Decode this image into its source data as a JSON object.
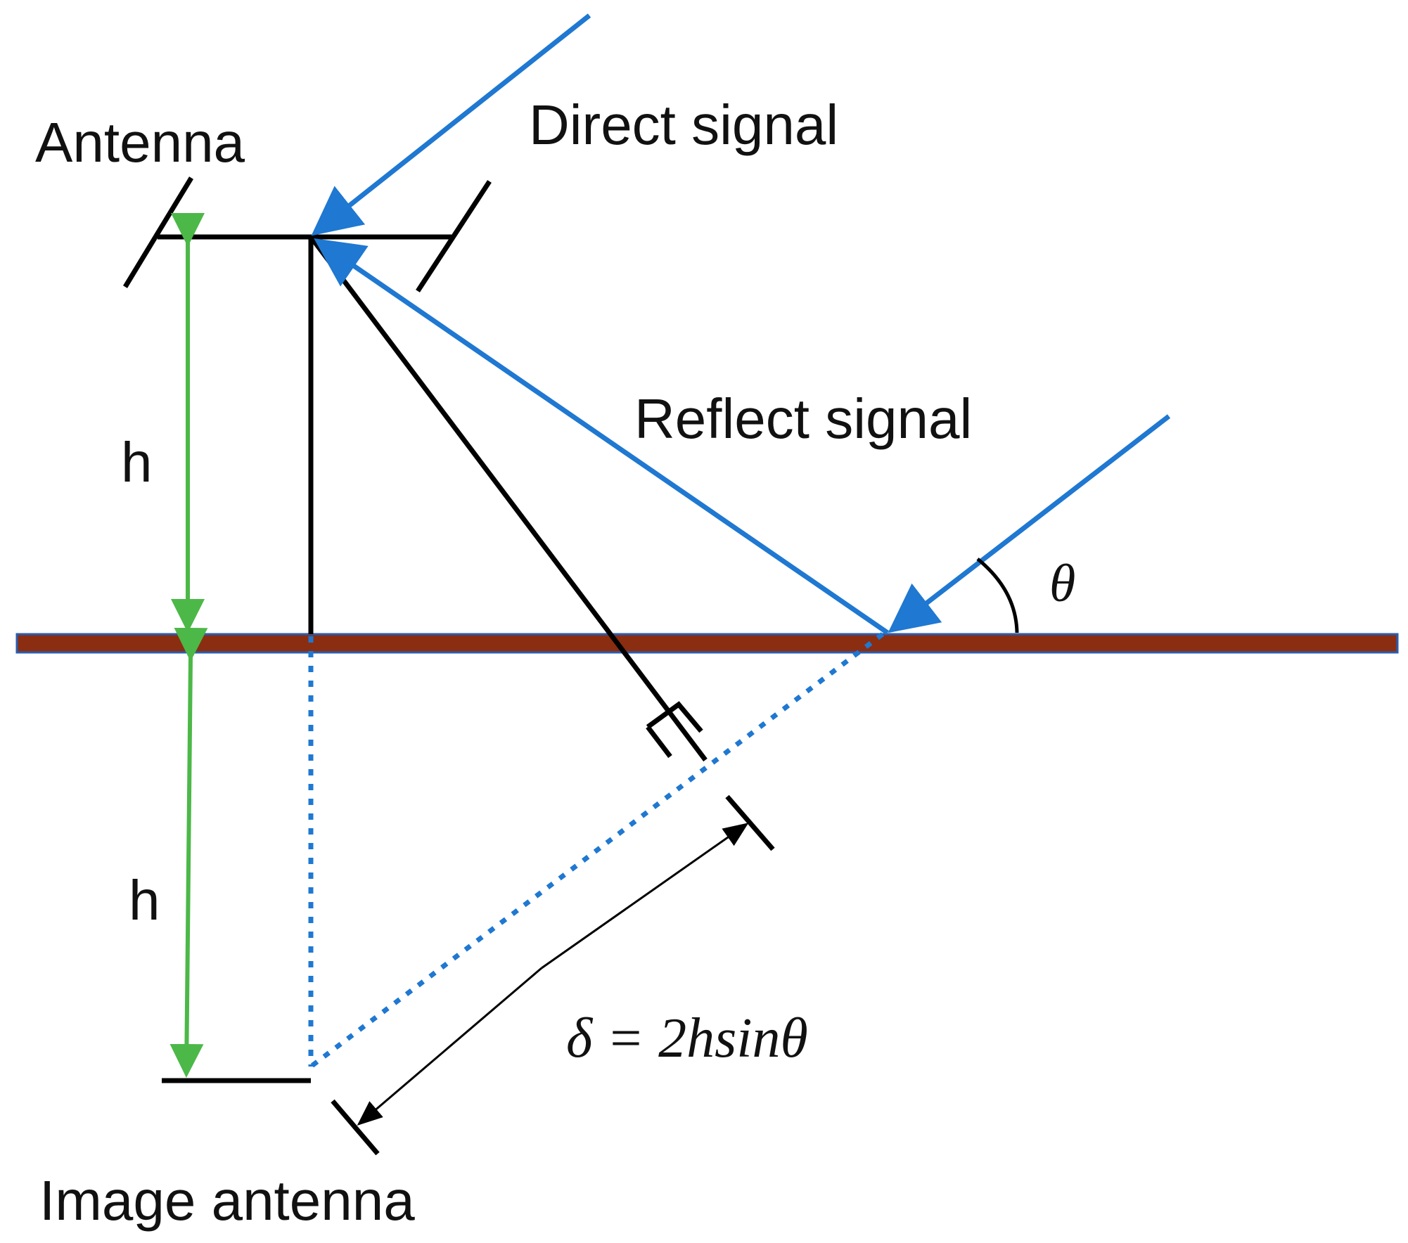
{
  "labels": {
    "antenna": "Antenna",
    "direct_signal": "Direct signal",
    "reflect_signal": "Reflect signal",
    "image_antenna": "Image antenna",
    "height_upper": "h",
    "height_lower": "h",
    "angle": "θ",
    "formula": "δ = 2hsinθ"
  },
  "colors": {
    "signal": "#1f78d1",
    "ground": "#8b2d10",
    "ground_edge": "#2a5db0",
    "height_arrow": "#4cb848",
    "line": "#000000"
  }
}
